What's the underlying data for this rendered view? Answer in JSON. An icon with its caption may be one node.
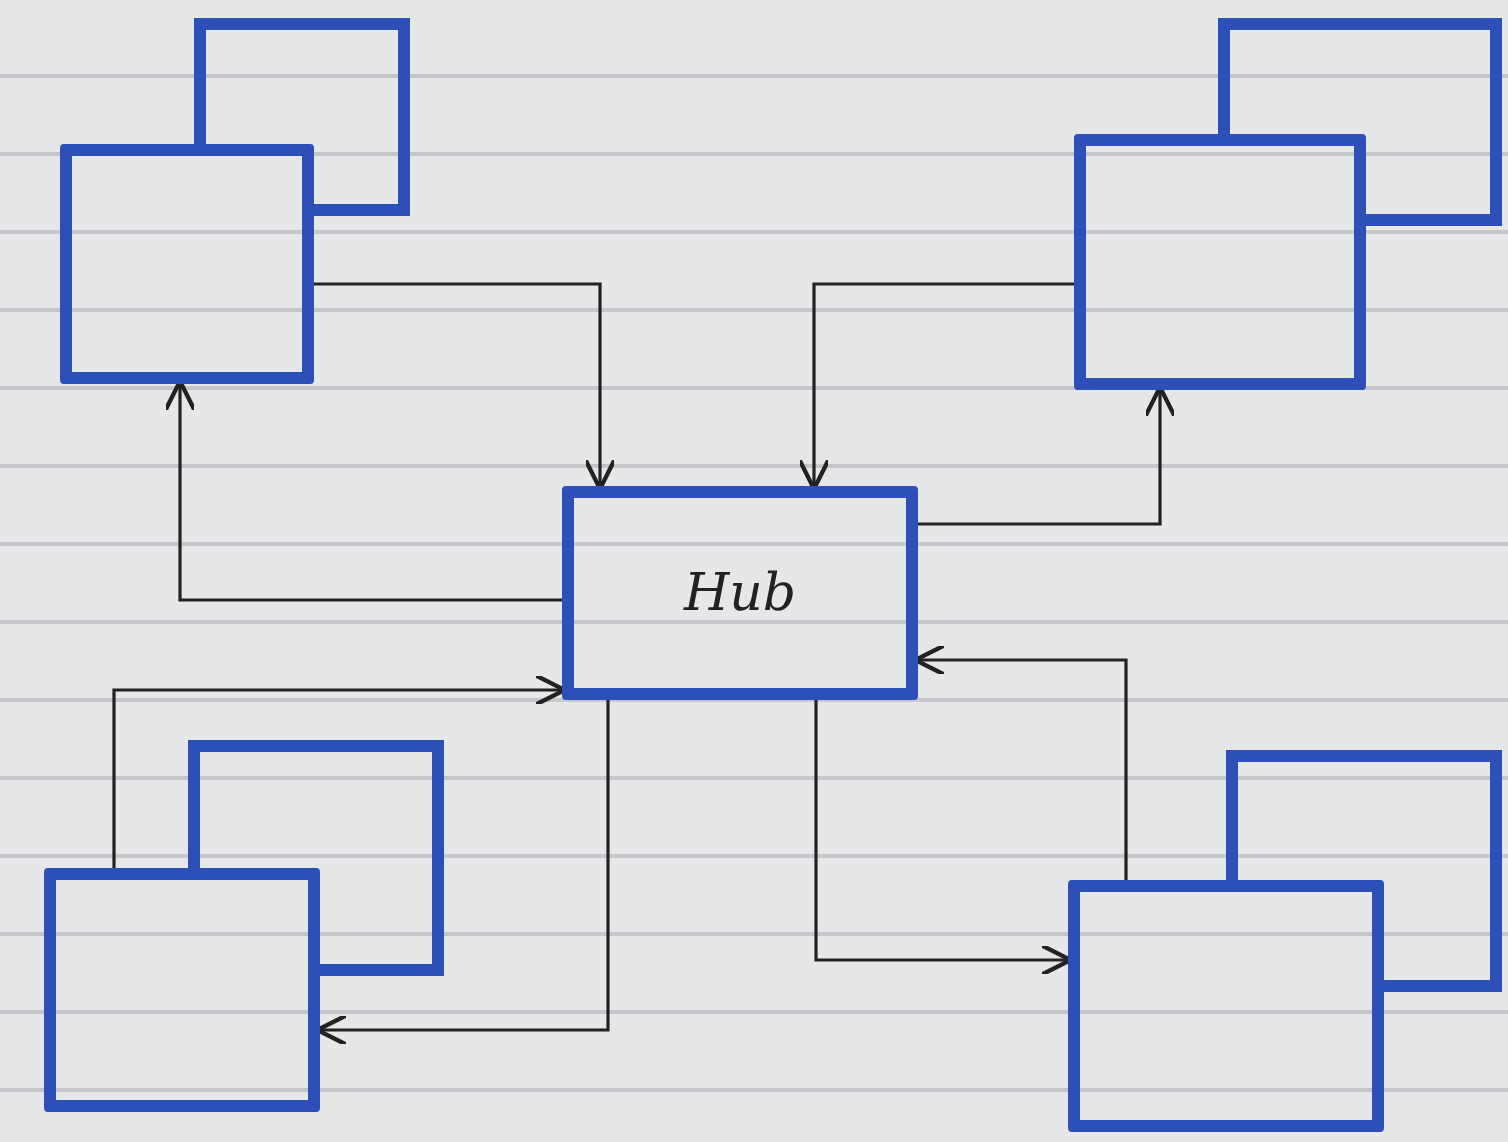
{
  "diagram": {
    "nodes": [
      {
        "text": [],
        "shape": "box"
      },
      {
        "text": [],
        "shape": "box"
      },
      {
        "text": [
          "Hub"
        ]
      },
      {
        "text": [],
        "shape": "box"
      },
      {
        "text": [],
        "shape": "box"
      }
    ],
    "edges": [
      {
        "from": 0,
        "to": 2,
        "arrow": "to"
      },
      {
        "from": 1,
        "to": 2,
        "arrow": "to"
      },
      {
        "from": 2,
        "to": 0,
        "arrow": "to"
      },
      {
        "from": 2,
        "to": 1,
        "arrow": "to"
      },
      {
        "from": 3,
        "to": 2,
        "arrow": "to"
      },
      {
        "from": 2,
        "to": 3,
        "arrow": "to"
      },
      {
        "from": 2,
        "to": 4,
        "arrow": "to"
      },
      {
        "from": 4,
        "to": 2,
        "arrow": "to"
      }
    ]
  }
}
